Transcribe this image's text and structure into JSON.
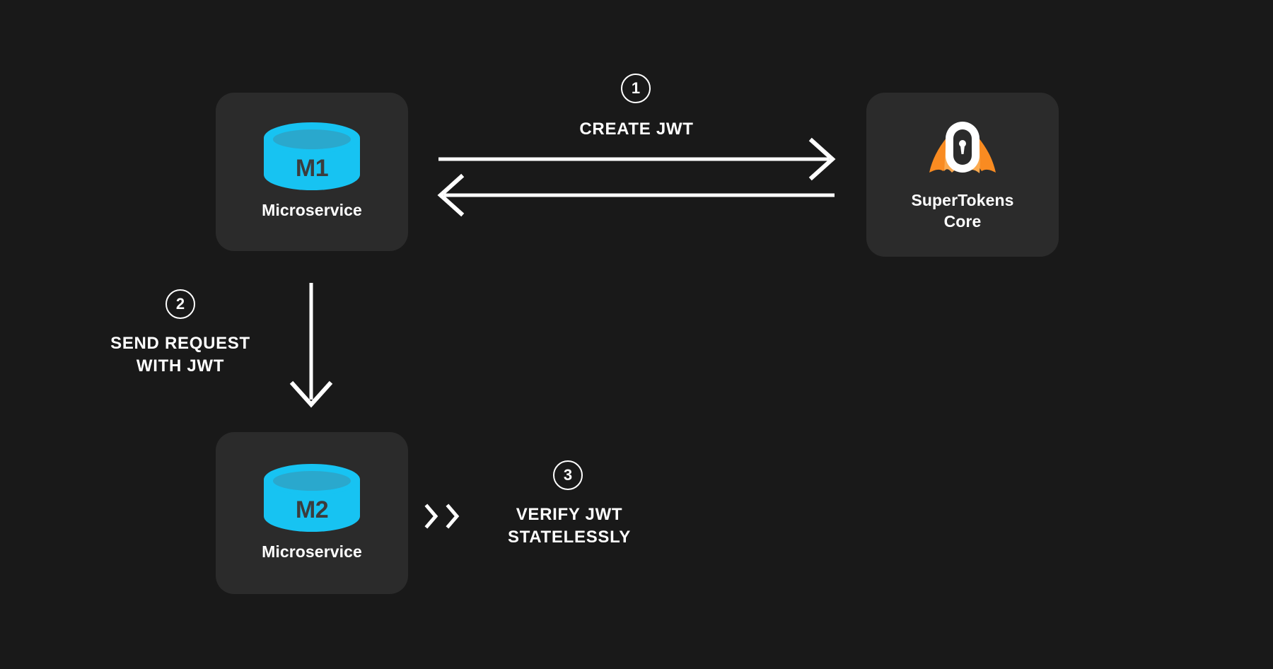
{
  "diagram": {
    "title": "SuperTokens microservice JWT flow",
    "background_color": "#191919",
    "card_color": "#2b2b2b",
    "accent_color": "#17c3f2",
    "accent_dark_color": "#2aa8cd",
    "logo_orange": "#f98b21",
    "logo_orange_light": "#fba94e",
    "text_color": "#ffffff",
    "db_text_color": "#3c3c3c"
  },
  "nodes": [
    {
      "id": "m1",
      "icon": "database-cylinder-icon",
      "icon_text": "M1",
      "label": "Microservice"
    },
    {
      "id": "m2",
      "icon": "database-cylinder-icon",
      "icon_text": "M2",
      "label": "Microservice"
    },
    {
      "id": "supertokens-core",
      "icon": "supertokens-logo-icon",
      "label_line1": "SuperTokens",
      "label_line2": "Core"
    }
  ],
  "steps": [
    {
      "number": "1",
      "caption": "CREATE JWT",
      "from": "m1",
      "to": "supertokens-core",
      "direction": "bidirectional"
    },
    {
      "number": "2",
      "caption": "SEND REQUEST\nWITH JWT",
      "from": "m1",
      "to": "m2",
      "direction": "down"
    },
    {
      "number": "3",
      "caption": "VERIFY JWT\nSTATELESSLY",
      "from": "m2",
      "to": null,
      "direction": "chevrons"
    }
  ],
  "chevrons": {
    "name": "double-chevron-right-icon",
    "count": 2
  }
}
